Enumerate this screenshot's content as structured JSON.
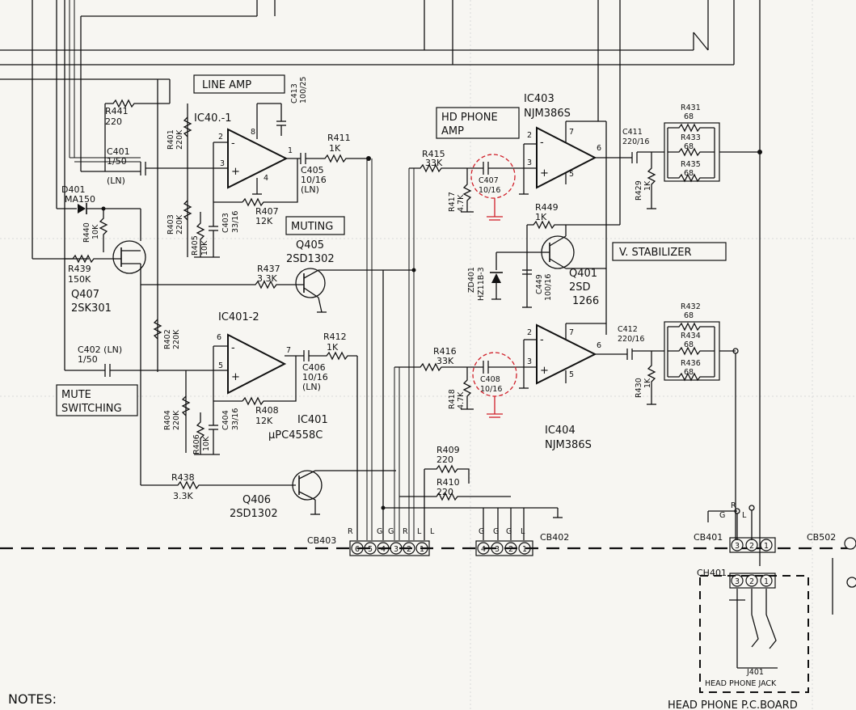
{
  "labels": {
    "line_amp": "LINE AMP",
    "muting": "MUTING",
    "hd_phone_amp_1": "HD PHONE",
    "hd_phone_amp_2": "AMP",
    "v_stabilizer": "V. STABILIZER",
    "mute_switching_1": "MUTE",
    "mute_switching_2": "SWITCHING",
    "notes": "NOTES:",
    "head_phone_pc_board": "HEAD PHONE P.C.BOARD",
    "head_phone_jack": "HEAD PHONE JACK"
  },
  "ics": {
    "ic401_1": "IC40.-1",
    "ic401_2": "IC401-2",
    "ic401": "IC401",
    "ic401_part": "μPC4558C",
    "ic403": "IC403",
    "ic403_part": "NJM386S",
    "ic404": "IC404",
    "ic404_part": "NJM386S"
  },
  "transistors": {
    "q405": "Q405",
    "q405_part": "2SD1302",
    "q406": "Q406",
    "q406_part": "2SD1302",
    "q407": "Q407",
    "q407_part": "2SK301",
    "q401": "Q401",
    "q401_part_1": "2SD",
    "q401_part_2": "1266"
  },
  "resistors": {
    "r441": "R441",
    "r441_v": "220",
    "r401": "R401",
    "r401_v": "220K",
    "r403": "R403",
    "r403_v": "220K",
    "r405": "R405",
    "r405_v": "10K",
    "r411": "R411",
    "r411_v": "1K",
    "r407": "R407",
    "r407_v": "12K",
    "r440": "R440",
    "r440_v": "10K",
    "r439": "R439",
    "r439_v": "150K",
    "r437": "R437",
    "r437_v": "3.3K",
    "r402": "R402",
    "r402_v": "220K",
    "r404": "R404",
    "r404_v": "220K",
    "r406": "R406",
    "r406_v": "10K",
    "r408": "R408",
    "r408_v": "12K",
    "r412": "R412",
    "r412_v": "1K",
    "r438": "R438",
    "r438_v": "3.3K",
    "r415": "R415",
    "r415_v": "33K",
    "r417": "R417",
    "r417_v": "4.7K",
    "r416": "R416",
    "r416_v": "33K",
    "r418": "R418",
    "r418_v": "4.7K",
    "r449": "R449",
    "r449_v": "1K",
    "r429": "R429",
    "r429_v": "1K",
    "r430": "R430",
    "r430_v": "1K",
    "r409": "R409",
    "r409_v": "220",
    "r410": "R410",
    "r410_v": "220",
    "r431": "R431",
    "r431_v": "68",
    "r433": "R433",
    "r433_v": "68",
    "r435": "R435",
    "r435_v": "68",
    "r432": "R432",
    "r432_v": "68",
    "r434": "R434",
    "r434_v": "68",
    "r436": "R436",
    "r436_v": "68"
  },
  "capacitors": {
    "c401": "C401",
    "c401_v": "1/50",
    "c401_t": "(LN)",
    "c402": "C402 (LN)",
    "c402_v": "1/50",
    "c413": "C413",
    "c413_v": "100/25",
    "c405": "C405",
    "c405_v": "10/16",
    "c405_t": "(LN)",
    "c403": "C403",
    "c403_v": "33/16",
    "c406": "C406",
    "c406_v": "10/16",
    "c406_t": "(LN)",
    "c404": "C404",
    "c404_v": "33/16",
    "c407": "C407",
    "c407_v": "10/16",
    "c408": "C408",
    "c408_v": "10/16",
    "c449": "C449",
    "c449_v": "100/16",
    "c411": "C411",
    "c411_v": "220/16",
    "c412": "C412",
    "c412_v": "220/16"
  },
  "diodes": {
    "d401": "D401",
    "d401_v": "MA150",
    "zd401": "ZD401",
    "zd401_v": "HZ11B-3"
  },
  "pins": {
    "ic_plus": "+",
    "ic_minus": "-",
    "p1": "1",
    "p2": "2",
    "p3": "3",
    "p4": "4",
    "p5": "5",
    "p6": "6",
    "p7": "7",
    "p8": "8"
  },
  "connectors": {
    "cb403": "CB403",
    "cb403_pins": [
      "6",
      "5",
      "4",
      "3",
      "2",
      "1"
    ],
    "cb403_letters": [
      "R",
      "G",
      "G",
      "R",
      "L",
      "L"
    ],
    "cb402": "CB402",
    "cb402_pins": [
      "4",
      "3",
      "2",
      "1"
    ],
    "cb402_letters": [
      "G",
      "G",
      "G",
      "L"
    ],
    "cb401": "CB401",
    "cb401_pins": [
      "3",
      "2",
      "1"
    ],
    "cb401_letters": [
      "G",
      "R",
      "L"
    ],
    "ch401": "CH401",
    "ch401_pins": [
      "3",
      "2",
      "1"
    ],
    "cb502": "CB502",
    "j401": "J401"
  },
  "colors": {
    "ink": "#111111",
    "paper": "#f7f6f2",
    "highlight": "#d0202a"
  }
}
